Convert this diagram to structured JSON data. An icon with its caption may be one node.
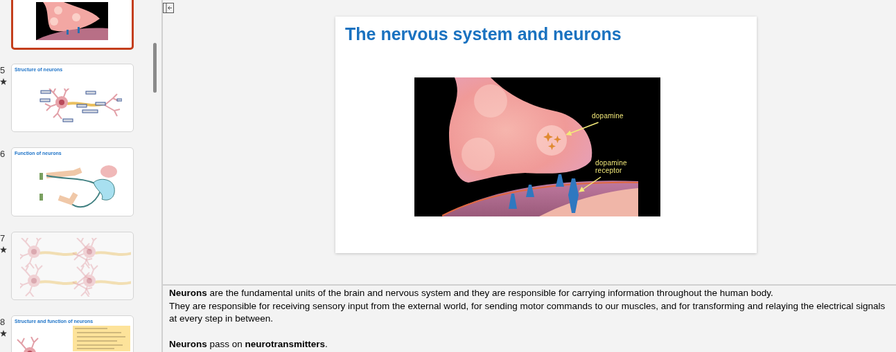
{
  "diagram": {
    "title": "The nervous system and neurons",
    "nodes": [
      {
        "text": [],
        "shape": "box"
      },
      {
        "text": [
          "Structure of neurons"
        ],
        "beside": [
          "5"
        ]
      },
      {
        "text": [
          "Function of neurons"
        ],
        "beside": [
          "6"
        ]
      },
      {
        "text": [],
        "shape": "box",
        "beside": [
          "7"
        ]
      },
      {
        "text": [
          "Structure and function of neurons"
        ],
        "beside": [
          "8"
        ]
      },
      {
        "text": [],
        "shape": "picture"
      },
      {
        "text": [
          "dopamine"
        ],
        "in": 5
      },
      {
        "text": [],
        "shape": "circle",
        "in": 5
      },
      {
        "text": [
          "dopamine receptor"
        ],
        "in": 5
      },
      {
        "text": [],
        "shape": "cone",
        "in": 5
      }
    ],
    "edges": [
      {
        "from": 6,
        "to": 7,
        "arrow": "to"
      },
      {
        "from": 8,
        "to": 9,
        "arrow": "to"
      }
    ],
    "labels": [
      "**Neurons** are the fundamental units of the brain and nervous system and they are responsible for carrying information throughout the human body.",
      "They are responsible for receiving sensory input from the external world, for sending motor commands to our muscles, and for transforming and relaying the electrical signals at every step in between.",
      "**Neurons** pass on **neurotransmitters**."
    ]
  }
}
